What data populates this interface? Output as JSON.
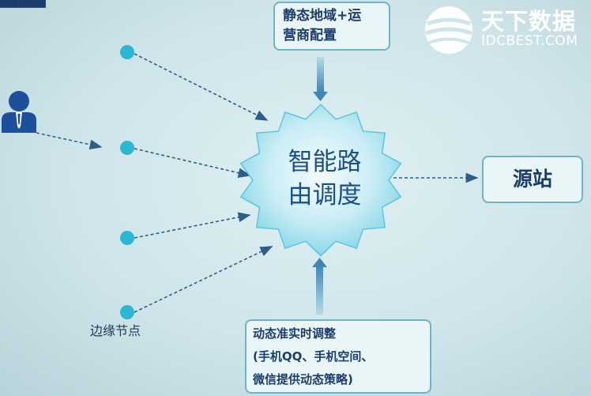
{
  "watermark": {
    "logo_cn": "天下数据",
    "logo_en": "IDCBEST.COM",
    "icon": "globe-logo-icon"
  },
  "partial_text": "▇▇▇▇▇",
  "diagram": {
    "hub": {
      "line1": "智能路",
      "line2": "由调度"
    },
    "top_box": {
      "line1": "静态地域+运",
      "line2": "营商配置"
    },
    "right_box": {
      "label": "源站"
    },
    "bottom_box": {
      "line1": "动态准实时调整",
      "line2": "(手机QQ、手机空间、",
      "line3": "微信提供动态策略)"
    },
    "edge_nodes_label": "边缘节点",
    "user_icon": "user-icon",
    "node_count": 4
  },
  "colors": {
    "hub_fill": "#7fd3e6",
    "node": "#2ab7cf",
    "arrow": "#2b5f8a",
    "box_border": "#6fb3c4",
    "text": "#1b3d6b"
  }
}
